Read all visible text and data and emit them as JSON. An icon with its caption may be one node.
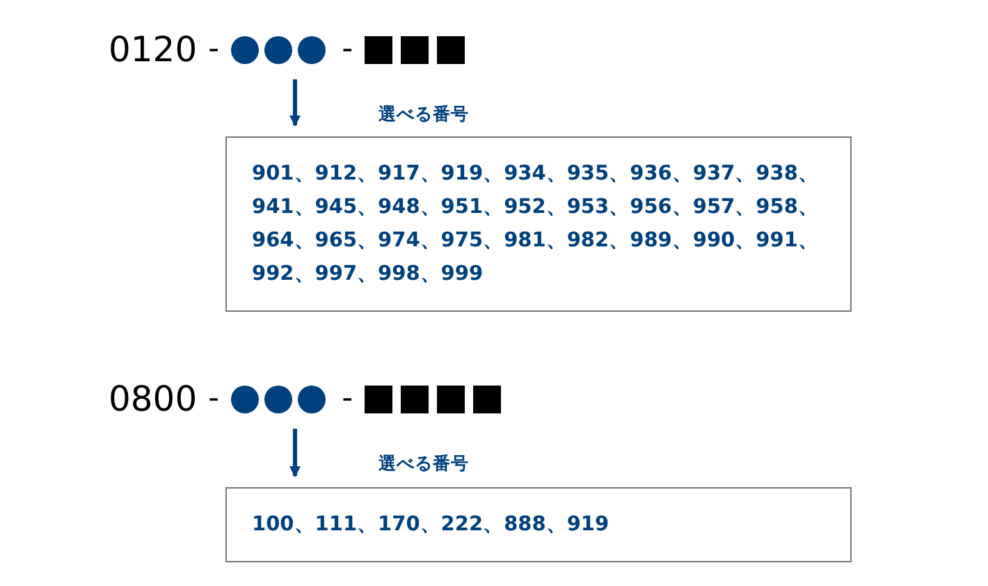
{
  "diagram": {
    "nodes": [
      {
        "text": [
          "0120",
          "-",
          "-"
        ]
      },
      {
        "text": [
          "901、912、917、919、934、935、936、937、938、941、945、948、951、952、953、956、957、958、964、965、974、975、981、982、989、990、991、992、997、998、999"
        ],
        "beside": [
          "選べる番号"
        ]
      },
      {
        "text": [
          "0800",
          "-",
          "-"
        ]
      },
      {
        "text": [
          "100、111、170、222、888、919"
        ],
        "beside": [
          "選べる番号"
        ]
      }
    ],
    "edges": [
      {
        "from": 0,
        "to": 1,
        "arrow": "to"
      },
      {
        "from": 2,
        "to": 3,
        "arrow": "to"
      }
    ]
  }
}
